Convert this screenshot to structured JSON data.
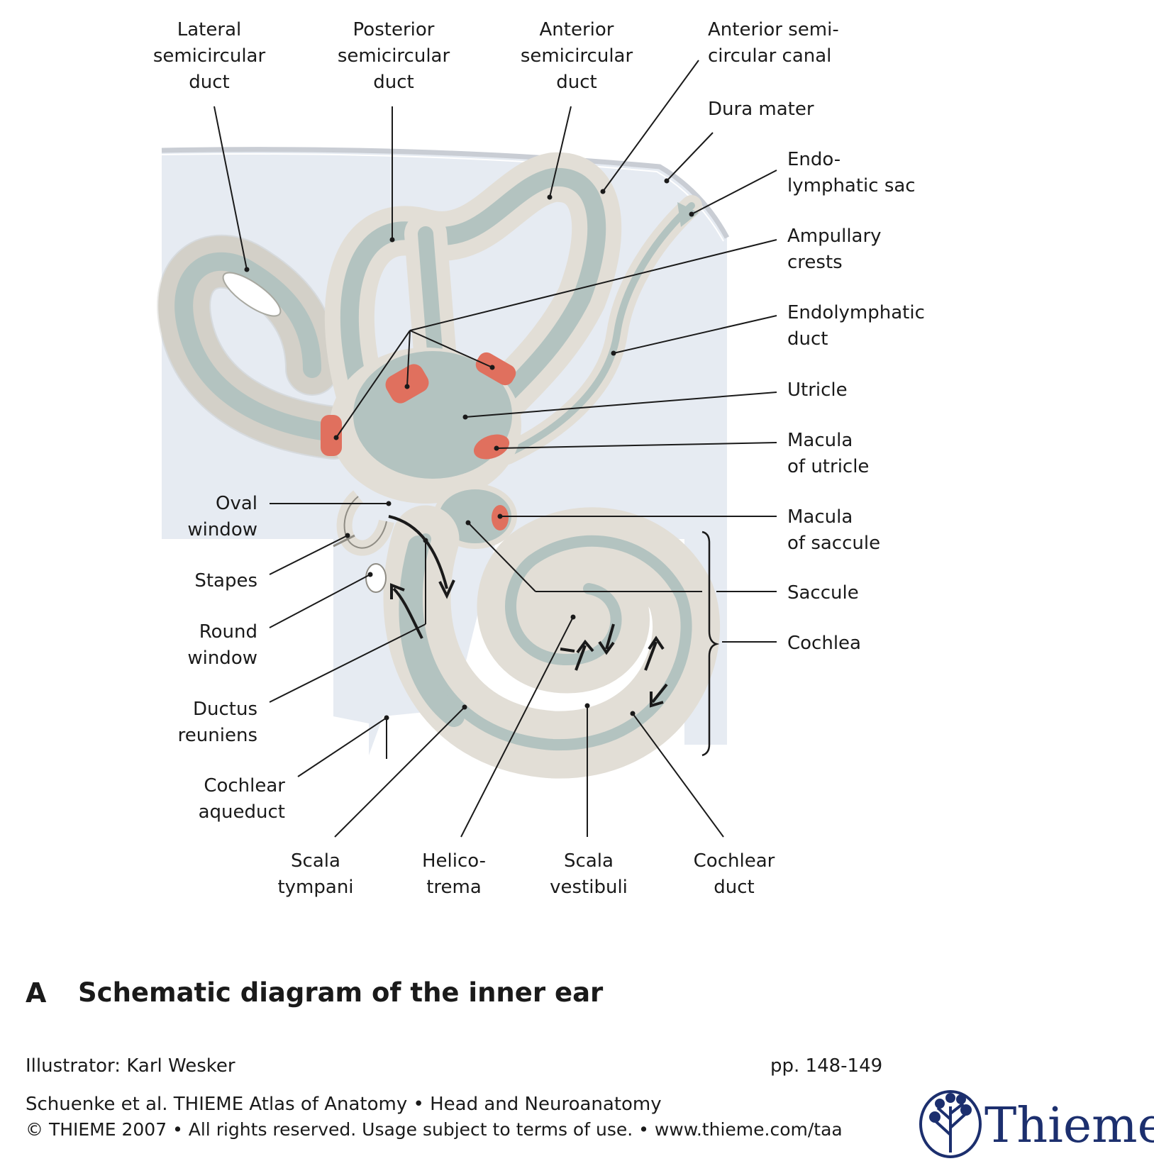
{
  "labels": {
    "lateral_semicircular_duct": [
      "Lateral",
      "semicircular",
      "duct"
    ],
    "posterior_semicircular_duct": [
      "Posterior",
      "semicircular",
      "duct"
    ],
    "anterior_semicircular_duct": [
      "Anterior",
      "semicircular",
      "duct"
    ],
    "anterior_semicircular_canal": [
      "Anterior semi-",
      "circular canal"
    ],
    "dura_mater": [
      "Dura mater"
    ],
    "endolymphatic_sac": [
      "Endo-",
      "lymphatic sac"
    ],
    "ampullary_crests": [
      "Ampullary",
      "crests"
    ],
    "endolymphatic_duct": [
      "Endolymphatic",
      "duct"
    ],
    "utricle": [
      "Utricle"
    ],
    "macula_of_utricle": [
      "Macula",
      "of utricle"
    ],
    "macula_of_saccule": [
      "Macula",
      "of saccule"
    ],
    "saccule": [
      "Saccule"
    ],
    "cochlea": [
      "Cochlea"
    ],
    "oval_window": [
      "Oval",
      "window"
    ],
    "stapes": [
      "Stapes"
    ],
    "round_window": [
      "Round",
      "window"
    ],
    "ductus_reuniens": [
      "Ductus",
      "reuniens"
    ],
    "cochlear_aqueduct": [
      "Cochlear",
      "aqueduct"
    ],
    "scala_tympani": [
      "Scala",
      "tympani"
    ],
    "helicotrema": [
      "Helico-",
      "trema"
    ],
    "scala_vestibuli": [
      "Scala",
      "vestibuli"
    ],
    "cochlear_duct": [
      "Cochlear",
      "duct"
    ]
  },
  "figure": {
    "letter": "A",
    "title": "Schematic diagram of the inner ear"
  },
  "footer": {
    "illustrator": "Illustrator: Karl Wesker",
    "pages": "pp.  148-149",
    "source": "Schuenke et al. THIEME Atlas of Anatomy  •  Head and Neuroanatomy",
    "copyright": "© THIEME 2007  •  All rights reserved. Usage subject to terms of use.  •  www.thieme.com/taa"
  },
  "logo": {
    "name": "Thieme",
    "color": "#1c2f6e"
  },
  "colors": {
    "bone": "#e2ded6",
    "membrane": "#b3c3c0",
    "sensory": "#e0705e",
    "background": "#e6ebf2"
  }
}
